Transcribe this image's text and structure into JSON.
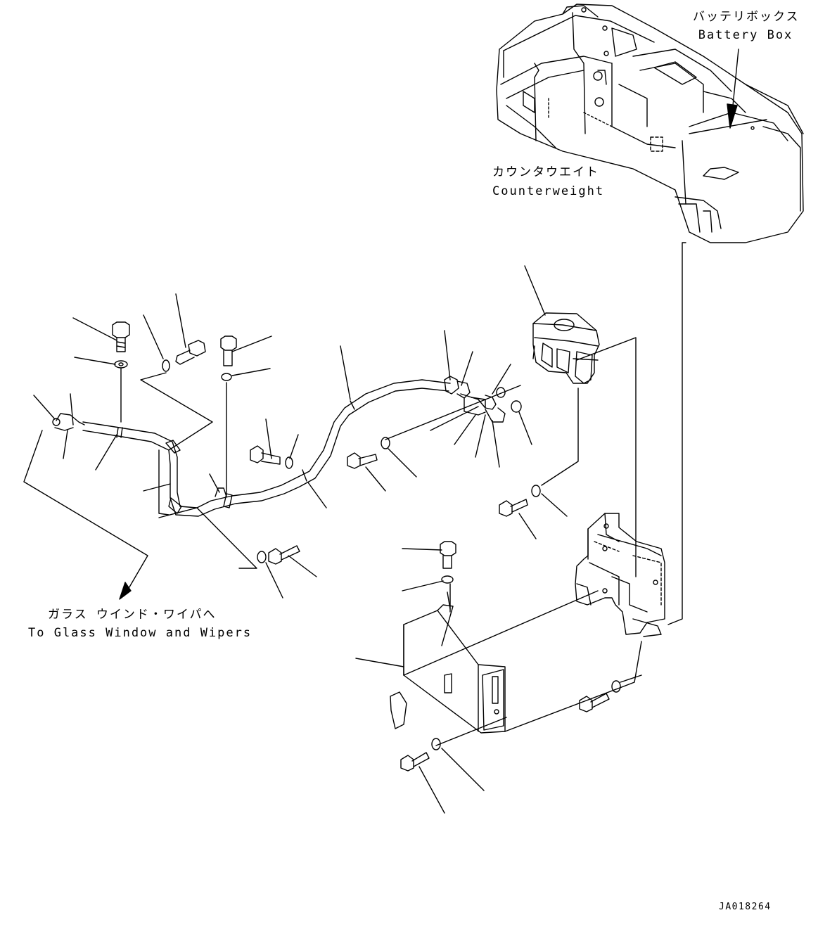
{
  "labels": {
    "battery_box_jp": "バッテリボックス",
    "battery_box_en": "Battery Box",
    "counterweight_jp": "カウンタウエイト",
    "counterweight_en": "Counterweight",
    "glass_jp": "ガラス ウインド・ワイパへ",
    "glass_en": "To Glass Window and Wipers"
  },
  "doc_id": "JA018264",
  "colors": {
    "line": "#000000",
    "background": "#ffffff"
  }
}
